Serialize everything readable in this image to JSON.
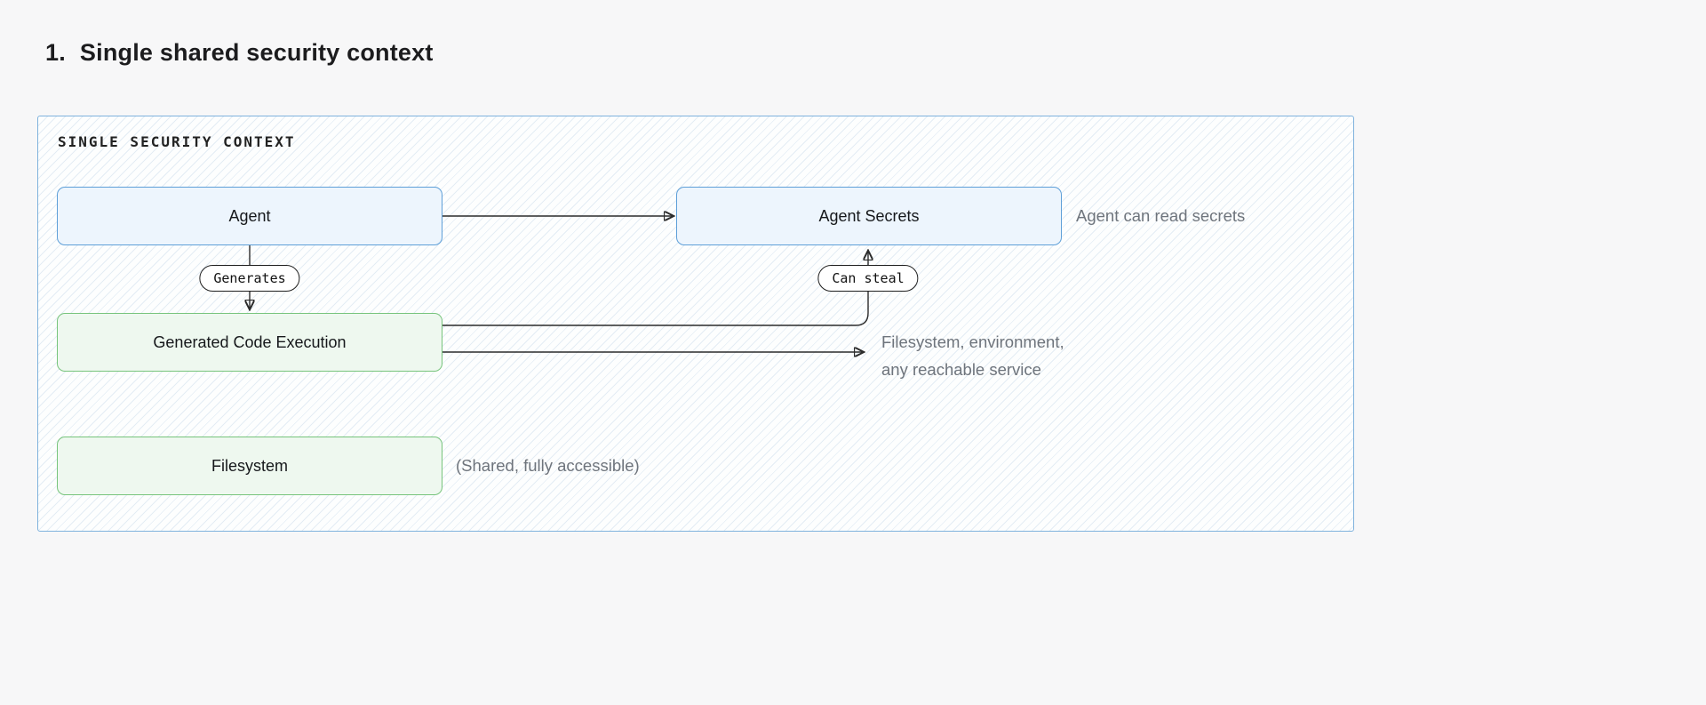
{
  "page": {
    "title_number": "1.",
    "title": "Single shared security context"
  },
  "diagram": {
    "context_label": "SINGLE SECURITY CONTEXT",
    "nodes": {
      "agent": {
        "label": "Agent"
      },
      "agent_secrets": {
        "label": "Agent Secrets"
      },
      "generated_code": {
        "label": "Generated Code Execution"
      },
      "filesystem": {
        "label": "Filesystem"
      }
    },
    "edges": {
      "generates": {
        "label": "Generates"
      },
      "can_steal": {
        "label": "Can steal"
      }
    },
    "annotations": {
      "read_secrets": "Agent can read secrets",
      "reachable_line1": "Filesystem, environment,",
      "reachable_line2": "any reachable service",
      "shared": "(Shared, fully accessible)"
    },
    "colors": {
      "page_background": "#f7f7f8",
      "container_border": "#7fb2dd",
      "hatch_line": "#8cafd2",
      "blue_node_fill": "#edf5fd",
      "blue_node_border": "#5e9fd8",
      "green_node_fill": "#eef8ef",
      "green_node_border": "#77c47c",
      "arrow": "#2b2b2b",
      "annotation_text": "#6e747c"
    }
  }
}
